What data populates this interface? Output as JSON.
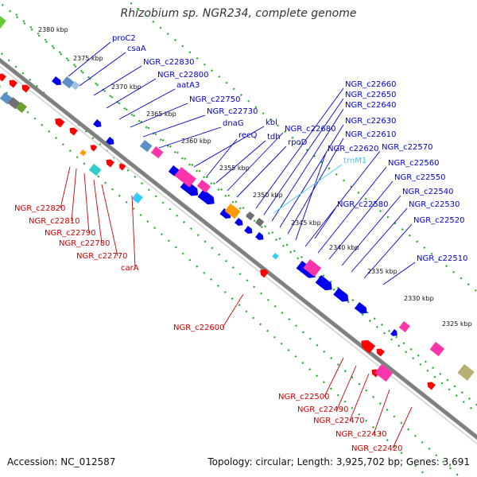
{
  "title": "Rhizobium sp. NGR234, complete genome",
  "footer": {
    "accession": "Accession: NC_012587",
    "summary": "Topology: circular; Length: 3,925,702 bp; Genes: 3,691"
  },
  "colors": {
    "backbone": "#808080",
    "forward_cds": "#0000ee",
    "reverse_cds": "#ff0000",
    "rna": "#33ccff",
    "label_forward": "#0000cc",
    "label_reverse": "#cc0000",
    "ring_dots": "#22aa22"
  },
  "ticks": [
    {
      "label": "2380 kbp"
    },
    {
      "label": "2375 kbp"
    },
    {
      "label": "2370 kbp"
    },
    {
      "label": "2365 kbp"
    },
    {
      "label": "2360 kbp"
    },
    {
      "label": "2355 kbp"
    },
    {
      "label": "2350 kbp"
    },
    {
      "label": "2345 kbp"
    },
    {
      "label": "2340 kbp"
    },
    {
      "label": "2335 kbp"
    },
    {
      "label": "2330 kbp"
    },
    {
      "label": "2325 kbp"
    }
  ],
  "forward_labels": [
    {
      "name": "proC2"
    },
    {
      "name": "csaA"
    },
    {
      "name": "NGR_c22830"
    },
    {
      "name": "NGR_c22800"
    },
    {
      "name": "aatA3"
    },
    {
      "name": "NGR_c22750"
    },
    {
      "name": "NGR_c22730"
    },
    {
      "name": "dnaG"
    },
    {
      "name": "kbl"
    },
    {
      "name": "recQ"
    },
    {
      "name": "tdh"
    },
    {
      "name": "NGR_c22680"
    },
    {
      "name": "rpoD"
    },
    {
      "name": "NGR_c22660"
    },
    {
      "name": "NGR_c22650"
    },
    {
      "name": "NGR_c22640"
    },
    {
      "name": "NGR_c22630"
    },
    {
      "name": "NGR_c22610"
    },
    {
      "name": "NGR_c22620"
    },
    {
      "name": "NGR_c22570"
    },
    {
      "name": "trnM1"
    },
    {
      "name": "NGR_c22560"
    },
    {
      "name": "NGR_c22550"
    },
    {
      "name": "NGR_c22540"
    },
    {
      "name": "NGR_c22580"
    },
    {
      "name": "NGR_c22530"
    },
    {
      "name": "NGR_c22520"
    },
    {
      "name": "NGR_c22510"
    }
  ],
  "reverse_labels": [
    {
      "name": "NGR_c22820"
    },
    {
      "name": "NGR_c22810"
    },
    {
      "name": "NGR_c22790"
    },
    {
      "name": "NGR_c22780"
    },
    {
      "name": "NGR_c22770"
    },
    {
      "name": "carA"
    },
    {
      "name": "NGR_c22600"
    },
    {
      "name": "NGR_c22500"
    },
    {
      "name": "NGR_c22490"
    },
    {
      "name": "NGR_c22470"
    },
    {
      "name": "NGR_c22430"
    },
    {
      "name": "NGR_c22420"
    }
  ]
}
